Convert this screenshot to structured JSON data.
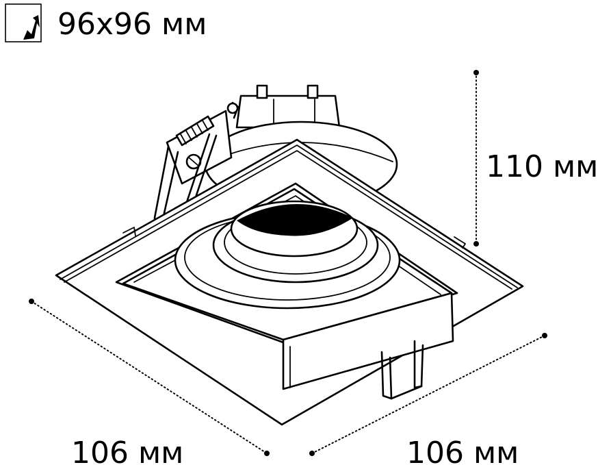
{
  "cutout": {
    "icon": "cutout-square-icon",
    "label": "96x96 мм"
  },
  "dimensions": {
    "height": "110 мм",
    "width_left": "106 мм",
    "width_right": "106 мм"
  }
}
